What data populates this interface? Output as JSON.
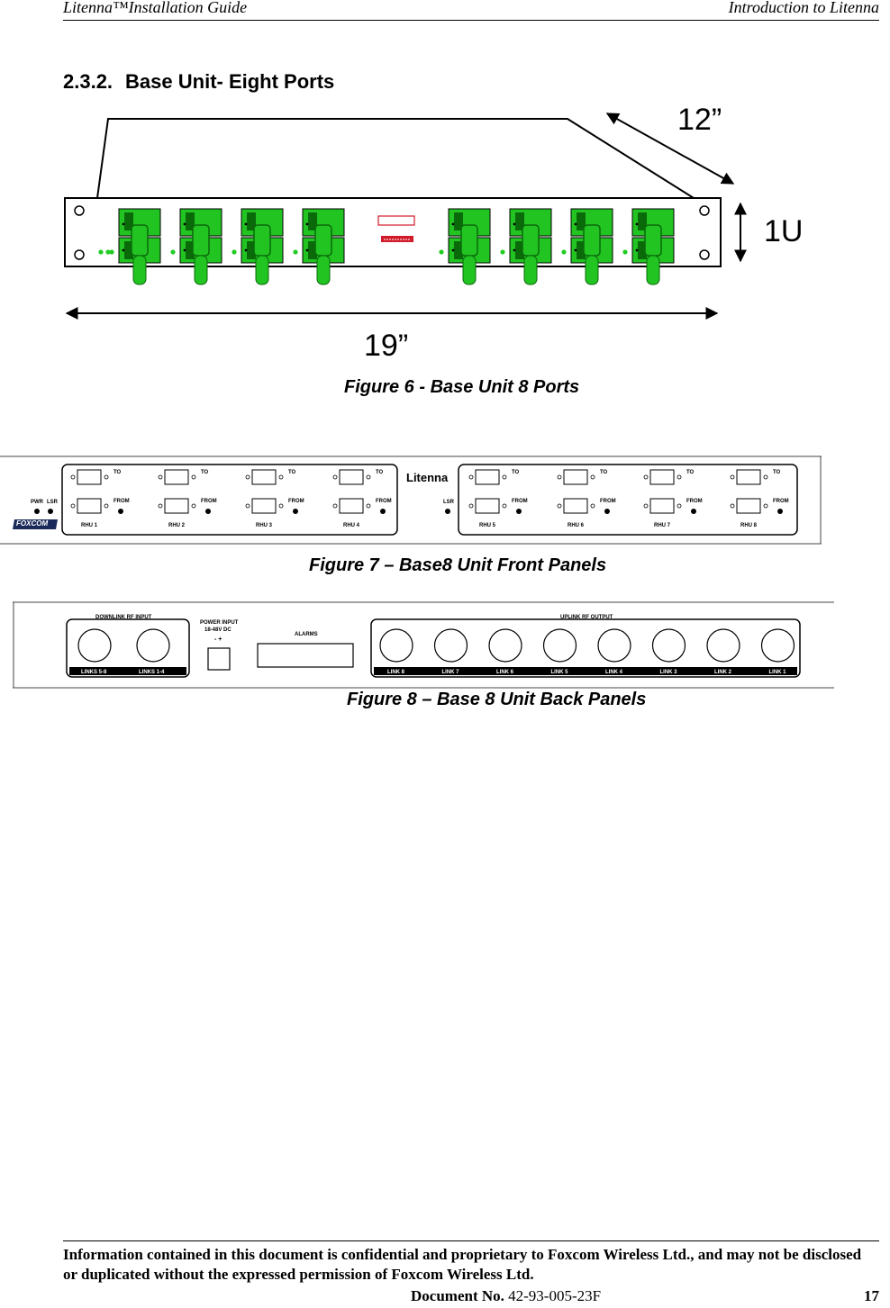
{
  "header": {
    "left": "Litenna™Installation Guide",
    "right": "Introduction to Litenna"
  },
  "section": {
    "number": "2.3.2.",
    "title": "Base Unit- Eight Ports"
  },
  "figure6": {
    "depth_label": "12”",
    "height_label": "1U",
    "width_label": "19”",
    "caption": "Figure 6 - Base Unit  8 Ports",
    "port_groups": 8
  },
  "figure7": {
    "caption": "Figure 7 – Base8  Unit Front Panels",
    "pwr": "PWR",
    "lsr": "LSR",
    "to": "TO",
    "from": "FROM",
    "logo": "Litenna",
    "brand": "FOXCOM",
    "rhu": [
      "RHU 1",
      "RHU 2",
      "RHU 3",
      "RHU 4",
      "RHU 5",
      "RHU 6",
      "RHU 7",
      "RHU 8"
    ]
  },
  "figure8": {
    "caption": "Figure 8 – Base 8 Unit Back Panels",
    "downlink_title": "DOWNLINK RF INPUT",
    "downlink_links": [
      "LINKS 5-8",
      "LINKS 1-4"
    ],
    "power_title": "POWER INPUT",
    "power_spec": "18-48V DC",
    "power_polarity": "- +",
    "alarms": "ALARMS",
    "uplink_title": "UPLINK RF OUTPUT",
    "uplink_links": [
      "LINK 8",
      "LINK 7",
      "LINK 6",
      "LINK 5",
      "LINK 4",
      "LINK 3",
      "LINK 2",
      "LINK 1"
    ]
  },
  "footer": {
    "notice": "Information contained in this document is confidential and proprietary to Foxcom Wireless Ltd., and may not be disclosed or duplicated without the expressed permission of Foxcom Wireless Ltd.",
    "doc_label": "Document No.",
    "doc_number": "42-93-005-23F",
    "page": "17"
  },
  "colors": {
    "connector_green": "#22c422",
    "connector_dark": "#0a6a0a",
    "accent_red": "#d11a2a",
    "brand_navy": "#1a2a5a"
  }
}
